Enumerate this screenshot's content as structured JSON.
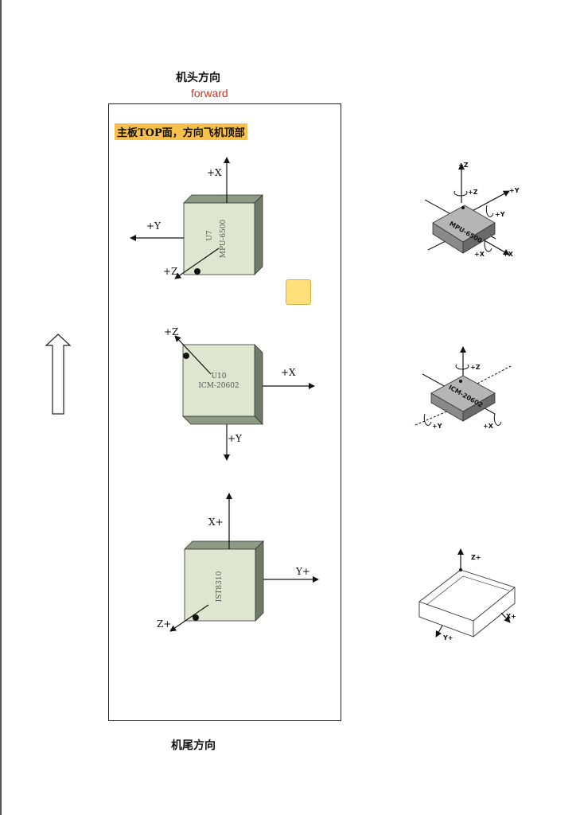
{
  "header": {
    "front_label": "机头方向",
    "forward_label": "forward"
  },
  "footer": {
    "tail_label": "机尾方向"
  },
  "board": {
    "note": "主板TOP面，方向飞机顶部"
  },
  "sensors": [
    {
      "ref": "U7",
      "part": "MPU-6500",
      "axes": {
        "up": "+X",
        "left": "+Y",
        "diag": "+Z"
      }
    },
    {
      "ref": "U10",
      "part": "ICM-20602",
      "axes": {
        "diag": "+Z",
        "right": "+X",
        "down": "+Y"
      }
    },
    {
      "part": "IST8310",
      "axes": {
        "up": "X+",
        "right": "Y+",
        "diag": "Z+"
      }
    }
  ],
  "references": [
    {
      "chip": "MPU-6500",
      "labels": [
        "+Z",
        "+Z",
        "+Y",
        "+Y",
        "+X",
        "+X"
      ]
    },
    {
      "chip": "ICM-20602",
      "labels": [
        "+Z",
        "+Y",
        "+X"
      ]
    },
    {
      "labels": [
        "Z+",
        "X+",
        "Y+"
      ]
    }
  ],
  "colors": {
    "chip_face": "#dfe6cf",
    "chip_side": "#6e7b66",
    "note_bg": "#f6c04b",
    "forward_text": "#c0392b"
  }
}
